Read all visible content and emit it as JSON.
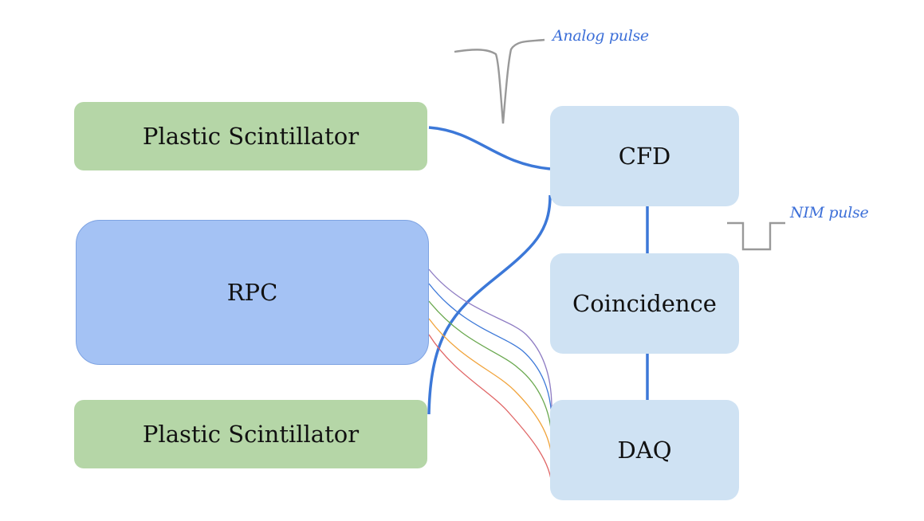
{
  "blocks": {
    "scint_top": "Plastic Scintillator",
    "rpc": "RPC",
    "scint_bottom": "Plastic Scintillator",
    "cfd": "CFD",
    "coincidence": "Coincidence",
    "daq": "DAQ"
  },
  "labels": {
    "analog_pulse": "Analog pulse",
    "nim_pulse": "NIM pulse"
  },
  "colors": {
    "scintillator": "#b5d6a7",
    "rpc": "#a4c2f4",
    "module": "#cfe2f3",
    "signal_line": "#3c78d8",
    "pulse_trace": "#999999",
    "label_text": "#3c6fd8",
    "rpc_strips": [
      "#8e7cc3",
      "#3c78d8",
      "#6aa84f",
      "#f1a43c",
      "#e06666"
    ]
  }
}
